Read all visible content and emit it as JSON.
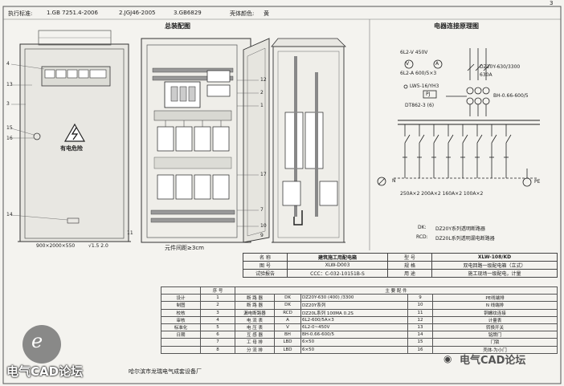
{
  "page_number": "3",
  "header": {
    "standards_label": "执行标准:",
    "std1": "1.GB 7251.4-2006",
    "std2": "2.JGJ46-2005",
    "std3": "3.GB6829",
    "color_label": "壳体颜色:",
    "color_value": "黄"
  },
  "titles": {
    "general": "总装配图",
    "circuit": "电器连接原理图"
  },
  "enclosure": {
    "warning_text": "有电危险",
    "dimension_label": "900×2000×550",
    "slope_label": "√1.5 2.0",
    "spacing_label": "元件间距≥3cm",
    "callouts_left": [
      "4",
      "13",
      "3",
      "15",
      "16",
      "14"
    ],
    "callouts_right": [
      "12",
      "2",
      "1",
      "17",
      "7",
      "10"
    ],
    "callout_bottom": "11",
    "callout_9": "9"
  },
  "circuit": {
    "meter_v_spec": "6L2-V  450V",
    "meter_a_spec": "6L2-A  600/5×3",
    "switch_label": "LW5-16/YH3",
    "fuse_label": "PJ",
    "breaker_label": "DZ20Y-630/3300",
    "breaker_current": "630A",
    "ct_label": "BH-0.66-600/5",
    "dt_label": "DT862-3 (6)",
    "n_label": "N",
    "pe_label": "PE",
    "branch_ratings": "250A×2   200A×2   160A×2   100A×2",
    "note_dk_key": "DK:",
    "note_dk": "DZ20Y系列透明断路器",
    "note_rcd_key": "RCD:",
    "note_rcd": "DZ20L系列透明漏电断路器"
  },
  "spec_table": {
    "rows": [
      [
        "名  称",
        "建筑施工用配电箱",
        "型  号",
        "XLW-108/KD"
      ],
      [
        "图  号",
        "XLW-D003",
        "规  格",
        "双电回路一级配电箱（立式）"
      ],
      [
        "试验报告",
        "CCC：C-032-10151B-S",
        "用  途",
        "施工现场一级配电，计量"
      ]
    ]
  },
  "parts_table": {
    "title_block": [
      "设计",
      "制图",
      "校核",
      "审核",
      "标准化",
      "日期"
    ],
    "header": [
      "序  号",
      "主  要  配  件"
    ],
    "rows": [
      [
        "1",
        "断 路 器",
        "DK",
        "DZ20Y-630 (400) /3300",
        "9",
        "PE线端排"
      ],
      [
        "2",
        "断 路 器",
        "DK",
        "DZ20Y系列",
        "10",
        "N 线端排"
      ],
      [
        "3",
        "漏电断路器",
        "RCD",
        "DZ20L系列  100MA 0.2S",
        "11",
        "铜螺纹连接"
      ],
      [
        "4",
        "电 流 表",
        "A",
        "6L2-600/5A×3",
        "12",
        "计量表"
      ],
      [
        "5",
        "电 压 表",
        "V",
        "6L2-0~450V",
        "13",
        "转换开关"
      ],
      [
        "6",
        "互 感 器",
        "BH",
        "BH-0.66-600/5",
        "14",
        "铭牌门"
      ],
      [
        "7",
        "工 母 排",
        "LBD",
        "6×50",
        "15",
        "门锁"
      ],
      [
        "8",
        "分 流 排",
        "LBD",
        "6×50",
        "16",
        "壳体-为小门"
      ]
    ],
    "company": "哈尔滨市龙瑞电气成套设备厂"
  },
  "watermarks": {
    "left": "电气CAD论坛",
    "right": "电气CAD论坛"
  }
}
